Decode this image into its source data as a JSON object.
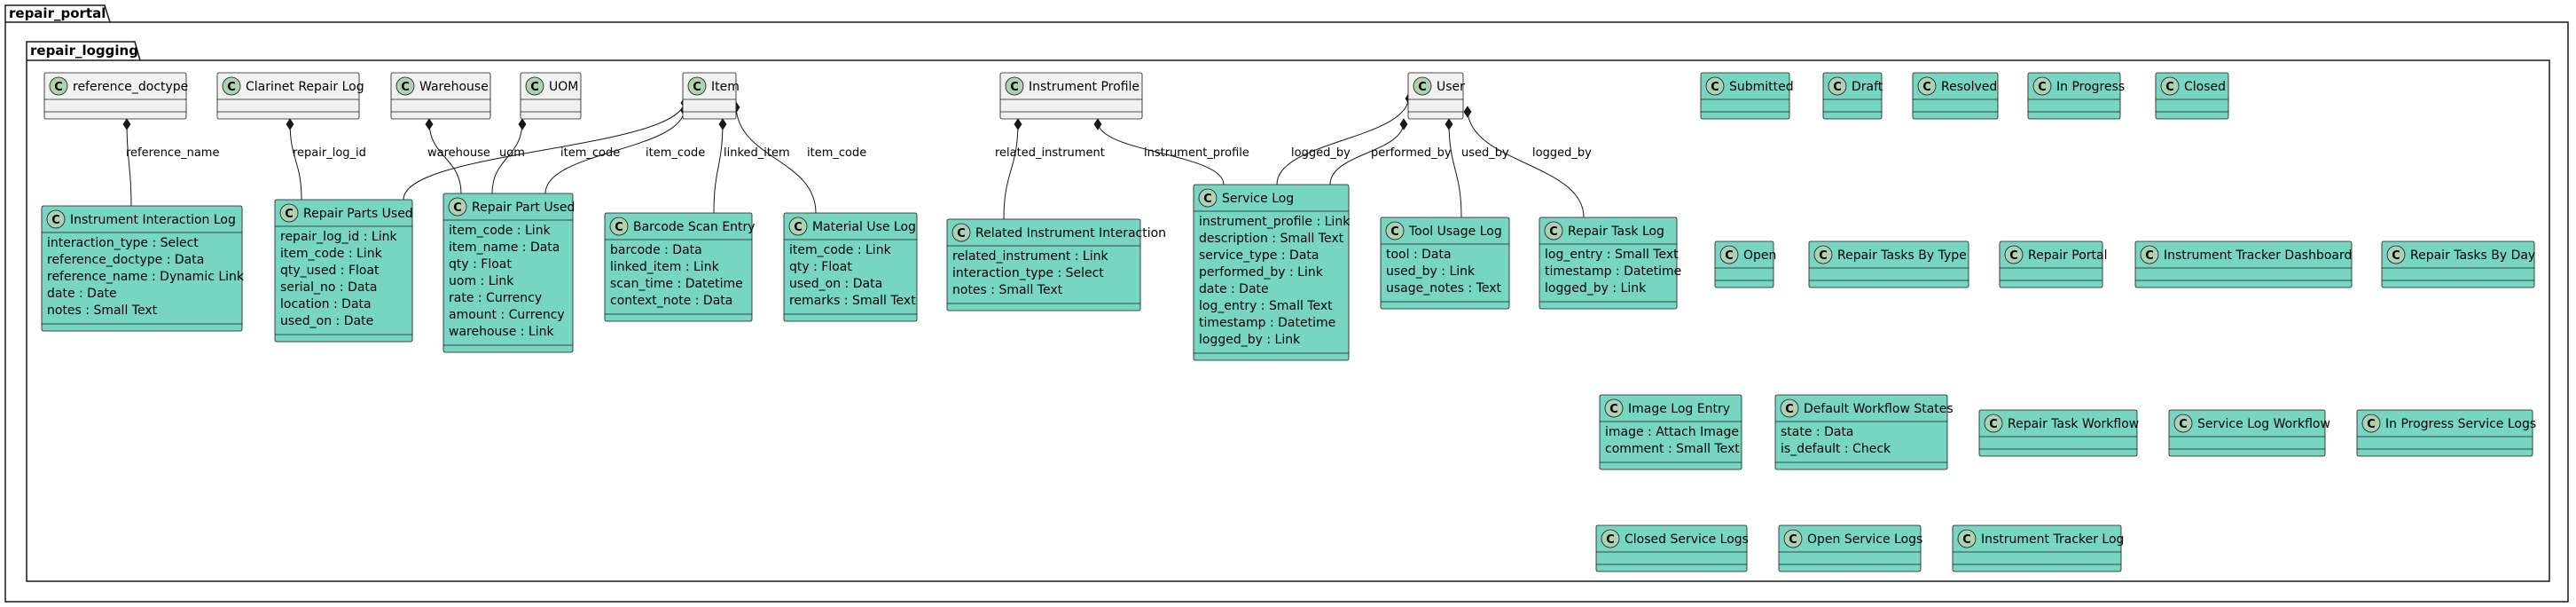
{
  "packages": {
    "outer": {
      "name": "repair_portal"
    },
    "inner": {
      "name": "repair_logging"
    }
  },
  "colors": {
    "doctype_fill": "#77d6c2",
    "external_fill": "#f1f1f1",
    "stroke": "#181818",
    "circle": "#add1b2"
  },
  "classes": [
    {
      "id": "reference_doctype",
      "name": "reference_doctype",
      "kind": "external",
      "attrs": []
    },
    {
      "id": "clarinet_repair_log",
      "name": "Clarinet Repair Log",
      "kind": "external",
      "attrs": []
    },
    {
      "id": "warehouse",
      "name": "Warehouse",
      "kind": "external",
      "attrs": []
    },
    {
      "id": "uom",
      "name": "UOM",
      "kind": "external",
      "attrs": []
    },
    {
      "id": "item",
      "name": "Item",
      "kind": "external",
      "attrs": []
    },
    {
      "id": "instrument_profile",
      "name": "Instrument Profile",
      "kind": "external",
      "attrs": []
    },
    {
      "id": "user",
      "name": "User",
      "kind": "external",
      "attrs": []
    },
    {
      "id": "submitted",
      "name": "Submitted",
      "kind": "doctype",
      "attrs": []
    },
    {
      "id": "draft",
      "name": "Draft",
      "kind": "doctype",
      "attrs": []
    },
    {
      "id": "resolved",
      "name": "Resolved",
      "kind": "doctype",
      "attrs": []
    },
    {
      "id": "in_progress",
      "name": "In Progress",
      "kind": "doctype",
      "attrs": []
    },
    {
      "id": "closed",
      "name": "Closed",
      "kind": "doctype",
      "attrs": []
    },
    {
      "id": "instrument_interaction_log",
      "name": "Instrument Interaction Log",
      "kind": "doctype",
      "attrs": [
        "interaction_type : Select",
        "reference_doctype : Data",
        "reference_name : Dynamic Link",
        "date : Date",
        "notes : Small Text"
      ]
    },
    {
      "id": "repair_parts_used",
      "name": "Repair Parts Used",
      "kind": "doctype",
      "attrs": [
        "repair_log_id : Link",
        "item_code : Link",
        "qty_used : Float",
        "serial_no : Data",
        "location : Data",
        "used_on : Date"
      ]
    },
    {
      "id": "repair_part_used",
      "name": "Repair Part Used",
      "kind": "doctype",
      "attrs": [
        "item_code : Link",
        "item_name : Data",
        "qty : Float",
        "uom : Link",
        "rate : Currency",
        "amount : Currency",
        "warehouse : Link"
      ]
    },
    {
      "id": "barcode_scan_entry",
      "name": "Barcode Scan Entry",
      "kind": "doctype",
      "attrs": [
        "barcode : Data",
        "linked_item : Link",
        "scan_time : Datetime",
        "context_note : Data"
      ]
    },
    {
      "id": "material_use_log",
      "name": "Material Use Log",
      "kind": "doctype",
      "attrs": [
        "item_code : Link",
        "qty : Float",
        "used_on : Data",
        "remarks : Small Text"
      ]
    },
    {
      "id": "related_instrument_interaction",
      "name": "Related Instrument Interaction",
      "kind": "doctype",
      "attrs": [
        "related_instrument : Link",
        "interaction_type : Select",
        "notes : Small Text"
      ]
    },
    {
      "id": "service_log",
      "name": "Service Log",
      "kind": "doctype",
      "attrs": [
        "instrument_profile : Link",
        "description : Small Text",
        "service_type : Data",
        "performed_by : Link",
        "date : Date",
        "log_entry : Small Text",
        "timestamp : Datetime",
        "logged_by : Link"
      ]
    },
    {
      "id": "tool_usage_log",
      "name": "Tool Usage Log",
      "kind": "doctype",
      "attrs": [
        "tool : Data",
        "used_by : Link",
        "usage_notes : Text"
      ]
    },
    {
      "id": "repair_task_log",
      "name": "Repair Task Log",
      "kind": "doctype",
      "attrs": [
        "log_entry : Small Text",
        "timestamp : Datetime",
        "logged_by : Link"
      ]
    },
    {
      "id": "open",
      "name": "Open",
      "kind": "doctype",
      "attrs": []
    },
    {
      "id": "repair_tasks_by_type",
      "name": "Repair Tasks By Type",
      "kind": "doctype",
      "attrs": []
    },
    {
      "id": "repair_portal",
      "name": "Repair Portal",
      "kind": "doctype",
      "attrs": []
    },
    {
      "id": "instrument_tracker_dashboard",
      "name": "Instrument Tracker Dashboard",
      "kind": "doctype",
      "attrs": []
    },
    {
      "id": "repair_tasks_by_day",
      "name": "Repair Tasks By Day",
      "kind": "doctype",
      "attrs": []
    },
    {
      "id": "image_log_entry",
      "name": "Image Log Entry",
      "kind": "doctype",
      "attrs": [
        "image : Attach Image",
        "comment : Small Text"
      ]
    },
    {
      "id": "default_workflow_states",
      "name": "Default Workflow States",
      "kind": "doctype",
      "attrs": [
        "state : Data",
        "is_default : Check"
      ]
    },
    {
      "id": "repair_task_workflow",
      "name": "Repair Task Workflow",
      "kind": "doctype",
      "attrs": []
    },
    {
      "id": "service_log_workflow",
      "name": "Service Log Workflow",
      "kind": "doctype",
      "attrs": []
    },
    {
      "id": "in_progress_service_logs",
      "name": "In Progress Service Logs",
      "kind": "doctype",
      "attrs": []
    },
    {
      "id": "closed_service_logs",
      "name": "Closed Service Logs",
      "kind": "doctype",
      "attrs": []
    },
    {
      "id": "open_service_logs",
      "name": "Open Service Logs",
      "kind": "doctype",
      "attrs": []
    },
    {
      "id": "instrument_tracker_log",
      "name": "Instrument Tracker Log",
      "kind": "doctype",
      "attrs": []
    }
  ],
  "relations": [
    {
      "from": "reference_doctype",
      "to": "instrument_interaction_log",
      "label": "reference_name"
    },
    {
      "from": "clarinet_repair_log",
      "to": "repair_parts_used",
      "label": "repair_log_id"
    },
    {
      "from": "warehouse",
      "to": "repair_part_used",
      "label": "warehouse"
    },
    {
      "from": "uom",
      "to": "repair_part_used",
      "label": "uom"
    },
    {
      "from": "item",
      "to": "repair_parts_used",
      "label": "item_code"
    },
    {
      "from": "item",
      "to": "repair_part_used",
      "label": "item_code"
    },
    {
      "from": "item",
      "to": "barcode_scan_entry",
      "label": "linked_item"
    },
    {
      "from": "item",
      "to": "material_use_log",
      "label": "item_code"
    },
    {
      "from": "instrument_profile",
      "to": "related_instrument_interaction",
      "label": "related_instrument"
    },
    {
      "from": "instrument_profile",
      "to": "service_log",
      "label": "instrument_profile"
    },
    {
      "from": "user",
      "to": "service_log",
      "label": "logged_by"
    },
    {
      "from": "user",
      "to": "service_log",
      "label": "performed_by"
    },
    {
      "from": "user",
      "to": "tool_usage_log",
      "label": "used_by"
    },
    {
      "from": "user",
      "to": "repair_task_log",
      "label": "logged_by"
    }
  ]
}
